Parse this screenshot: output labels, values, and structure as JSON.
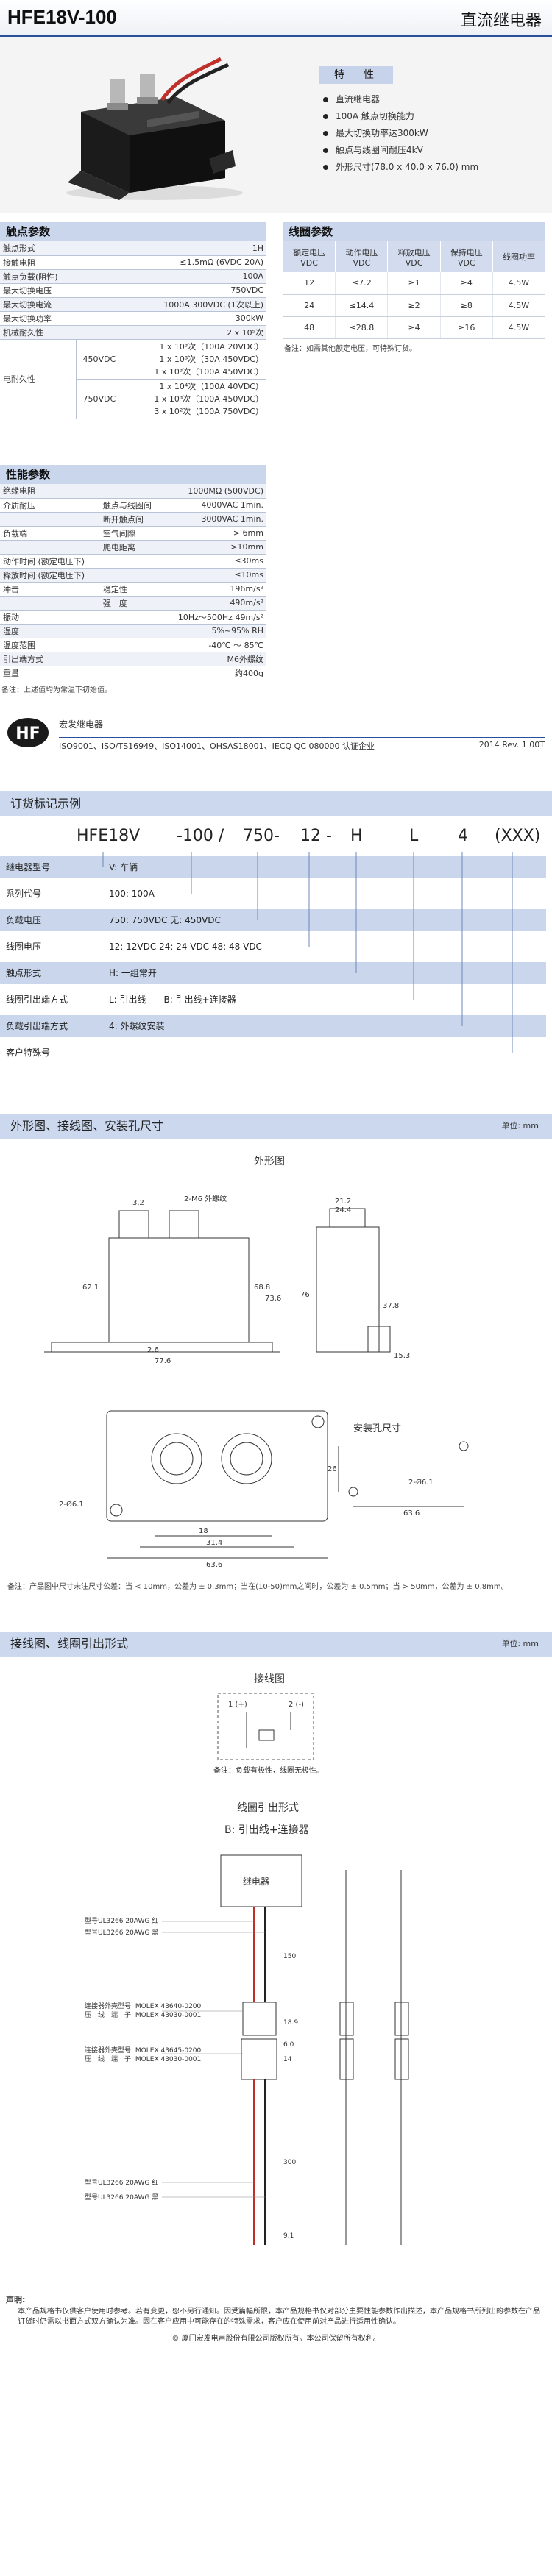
{
  "header": {
    "model": "HFE18V-100",
    "product_type": "直流继电器"
  },
  "features": {
    "title": "特　性",
    "items": [
      "直流继电器",
      "100A 触点切换能力",
      "最大切换功率达300kW",
      "触点与线圈间耐压4kV",
      "外形尺寸(78.0 x 40.0 x 76.0) mm"
    ]
  },
  "contact_params": {
    "title": "触点参数",
    "rows": [
      {
        "label": "触点形式",
        "value": "1H"
      },
      {
        "label": "接触电阻",
        "value": "≤1.5mΩ (6VDC 20A)"
      },
      {
        "label": "触点负载(阻性)",
        "value": "100A"
      },
      {
        "label": "最大切换电压",
        "value": "750VDC"
      },
      {
        "label": "最大切换电流",
        "value": "1000A 300VDC (1次以上)"
      },
      {
        "label": "最大切换功率",
        "value": "300kW"
      },
      {
        "label": "机械耐久性",
        "value": "2 x 10⁵次"
      }
    ],
    "electrical_life": {
      "label": "电耐久性",
      "groups": [
        {
          "voltage": "450VDC",
          "lines": [
            "1 x 10³次（100A 20VDC）",
            "1 x 10³次（30A 450VDC）",
            "1 x 10³次（100A 450VDC）"
          ]
        },
        {
          "voltage": "750VDC",
          "lines": [
            "1 x 10⁴次（100A 40VDC）",
            "1 x 10³次（100A 450VDC）",
            "3 x 10²次（100A 750VDC）"
          ]
        }
      ]
    }
  },
  "coil_params": {
    "title": "线圈参数",
    "headers": [
      "额定电压\nVDC",
      "动作电压\nVDC",
      "释放电压\nVDC",
      "保持电压\nVDC",
      "线圈功率"
    ],
    "rows": [
      [
        "12",
        "≤7.2",
        "≥1",
        "≥4",
        "4.5W"
      ],
      [
        "24",
        "≤14.4",
        "≥2",
        "≥8",
        "4.5W"
      ],
      [
        "48",
        "≤28.8",
        "≥4",
        "≥16",
        "4.5W"
      ]
    ],
    "note": "备注：如需其他额定电压，可特殊订货。"
  },
  "performance": {
    "title": "性能参数",
    "rows": [
      {
        "label": "绝缘电阻",
        "sub": "",
        "value": "1000MΩ (500VDC)"
      },
      {
        "label": "介质耐压",
        "sub": "触点与线圈间",
        "value": "4000VAC  1min."
      },
      {
        "label": "",
        "sub": "断开触点间",
        "value": "3000VAC  1min."
      },
      {
        "label": "负载端",
        "sub": "空气间隙",
        "value": "> 6mm"
      },
      {
        "label": "",
        "sub": "爬电距离",
        "value": ">10mm"
      },
      {
        "label": "动作时间 (额定电压下)",
        "sub": "",
        "value": "≤30ms"
      },
      {
        "label": "释放时间 (额定电压下)",
        "sub": "",
        "value": "≤10ms"
      },
      {
        "label": "冲击",
        "sub": "稳定性",
        "value": "196m/s²"
      },
      {
        "label": "",
        "sub": "强　度",
        "value": "490m/s²"
      },
      {
        "label": "振动",
        "sub": "",
        "value": "10Hz～500Hz  49m/s²"
      },
      {
        "label": "湿度",
        "sub": "",
        "value": "5%~95% RH"
      },
      {
        "label": "温度范围",
        "sub": "",
        "value": "-40℃ ～ 85℃"
      },
      {
        "label": "引出端方式",
        "sub": "",
        "value": "M6外螺纹"
      },
      {
        "label": "重量",
        "sub": "",
        "value": "约400g"
      }
    ],
    "note": "备注：上述值均为常温下初始值。"
  },
  "cert": {
    "company": "宏发继电器",
    "standards": "ISO9001、ISO/TS16949、ISO14001、OHSAS18001、IECQ QC 080000 认证企业",
    "revision": "2014  Rev. 1.00T"
  },
  "ordering": {
    "title": "订货标记示例",
    "code": [
      "HFE18V",
      "-100 /",
      "750-",
      "12 -",
      "H",
      "L",
      "4",
      "(XXX)"
    ],
    "rows": [
      {
        "k": "继电器型号",
        "v": "V: 车辆"
      },
      {
        "k": "系列代号",
        "v": "100: 100A"
      },
      {
        "k": "负载电压",
        "v": "750: 750VDC   无: 450VDC"
      },
      {
        "k": "线圈电压",
        "v": "12: 12VDC     24: 24 VDC    48: 48 VDC"
      },
      {
        "k": "触点形式",
        "v": "H: 一组常开"
      },
      {
        "k": "线圈引出端方式",
        "v": "L: 引出线　　B: 引出线+连接器"
      },
      {
        "k": "负载引出端方式",
        "v": "4: 外螺纹安装"
      },
      {
        "k": "客户特殊号",
        "v": ""
      }
    ]
  },
  "outline": {
    "title": "外形图、接线图、安装孔尺寸",
    "unit": "单位: mm",
    "outline_label": "外形图",
    "mount_label": "安装孔尺寸",
    "dims": [
      "3.2",
      "2-M6 外螺纹",
      "21.2",
      "24.4",
      "62.1",
      "68.8",
      "73.6",
      "76",
      "77.6",
      "37.8",
      "15.3",
      "2-Ø6.1",
      "26",
      "63.6",
      "18",
      "31.4",
      "2-Ø6.1",
      "2.6"
    ],
    "note": "备注：产品图中尺寸未注尺寸公差：当 < 10mm，公差为 ± 0.3mm；当在(10-50)mm之间时，公差为 ± 0.5mm；当 > 50mm，公差为 ± 0.8mm。"
  },
  "wiring": {
    "title": "接线图、线圈引出形式",
    "unit": "单位: mm",
    "wiring_label": "接线图",
    "pins": [
      "1 (+)",
      "2 (-)"
    ],
    "wiring_note": "备注：负载有极性，线圈无极性。",
    "lead_title": "线圈引出形式",
    "lead_sub": "B: 引出线+连接器",
    "body_label": "继电器",
    "wire_labels": [
      "型号UL3266 20AWG 红",
      "型号UL3266 20AWG 黑",
      "连接器外壳型号: MOLEX 43640-0200",
      "压　线　端　子: MOLEX 43030-0001",
      "连接器外壳型号: MOLEX 43645-0200",
      "压　线　端　子: MOLEX 43030-0001",
      "型号UL3266 20AWG 红",
      "型号UL3266 20AWG 黑"
    ],
    "lead_dims": [
      "150",
      "18.9",
      "6.0",
      "14",
      "300",
      "9.1"
    ]
  },
  "footer": {
    "declaration_title": "声明:",
    "declaration": "本产品规格书仅供客户使用时参考。若有变更，恕不另行通知。因受篇幅所限，本产品规格书仅对部分主要性能参数作出描述，本产品规格书所列出的参数在产品订货时仍需以书面方式双方确认为准。因在客户应用中可能存在的特殊需求，客户应在使用前对产品进行适用性确认。",
    "copyright": "© 厦门宏发电声股份有限公司版权所有。本公司保留所有权利。"
  }
}
